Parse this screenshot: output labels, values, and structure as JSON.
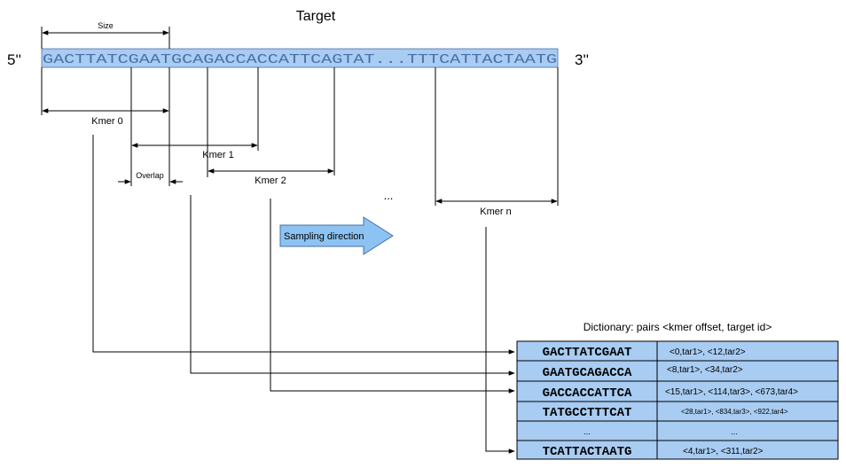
{
  "title": "Target",
  "end5": "5''",
  "end3": "3''",
  "sequence": "GACTTATCGAATGCAGACCACCATTCAGTAT...TTTCATTACTAATG",
  "size_label": "Size",
  "kmers": {
    "k0": "Kmer 0",
    "k1": "Kmer 1",
    "k2": "Kmer 2",
    "kn": "Kmer n"
  },
  "overlap_label": "Overlap",
  "ellipsis": "...",
  "sampling_label": "Sampling direction",
  "dictionary": {
    "title": "Dictionary: pairs <kmer offset, target id>",
    "rows": [
      {
        "kmer": "GACTTATCGAAT",
        "pairs": "<0,tar1>, <12,tar2>"
      },
      {
        "kmer": "GAATGCAGACCA",
        "pairs": "<8,tar1>, <34,tar2>"
      },
      {
        "kmer": "GACCACCATTCA",
        "pairs": "<15,tar1>, <114,tar3>, <673,tar4>"
      },
      {
        "kmer": "TATGCCTTTCAT",
        "pairs": "<28,tar1>, <834,tar3>, <922,tar4>"
      },
      {
        "kmer": "...",
        "pairs": "..."
      },
      {
        "kmer": "TCATTACTAATG",
        "pairs": "<4,tar1>, <311,tar2>"
      }
    ]
  },
  "colors": {
    "seq_fill": "#a8ccf2",
    "seq_text": "#4a6fa5",
    "arrow_fill": "#8cc3f2",
    "table_fill": "#a8ccf2",
    "line": "#000000"
  }
}
